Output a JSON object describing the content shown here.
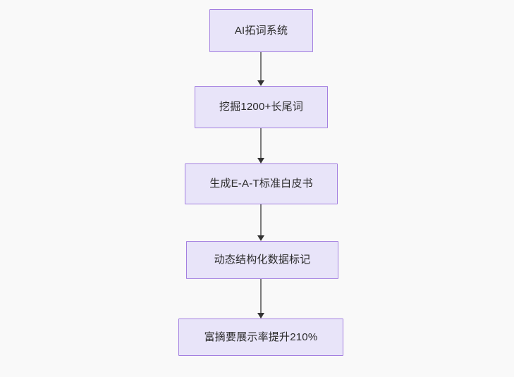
{
  "diagram": {
    "type": "flowchart",
    "direction": "top-to-bottom",
    "background_color": "#f9f9f9",
    "node_fill_color": "#e8e4f9",
    "node_border_color": "#a37fe0",
    "edge_color": "#7b7b7b",
    "arrowhead_color": "#333333",
    "text_color": "#2b2b2b",
    "nodes": [
      {
        "id": "n1",
        "label": "AI拓词系统"
      },
      {
        "id": "n2",
        "label": "挖掘1200+长尾词"
      },
      {
        "id": "n3",
        "label": "生成E-A-T标准白皮书"
      },
      {
        "id": "n4",
        "label": "动态结构化数据标记"
      },
      {
        "id": "n5",
        "label": "富摘要展示率提升210%"
      }
    ],
    "edges": [
      {
        "id": "e1",
        "from": "n1",
        "to": "n2",
        "label": ""
      },
      {
        "id": "e2",
        "from": "n2",
        "to": "n3",
        "label": ""
      },
      {
        "id": "e3",
        "from": "n3",
        "to": "n4",
        "label": ""
      },
      {
        "id": "e4",
        "from": "n4",
        "to": "n5",
        "label": ""
      }
    ]
  }
}
